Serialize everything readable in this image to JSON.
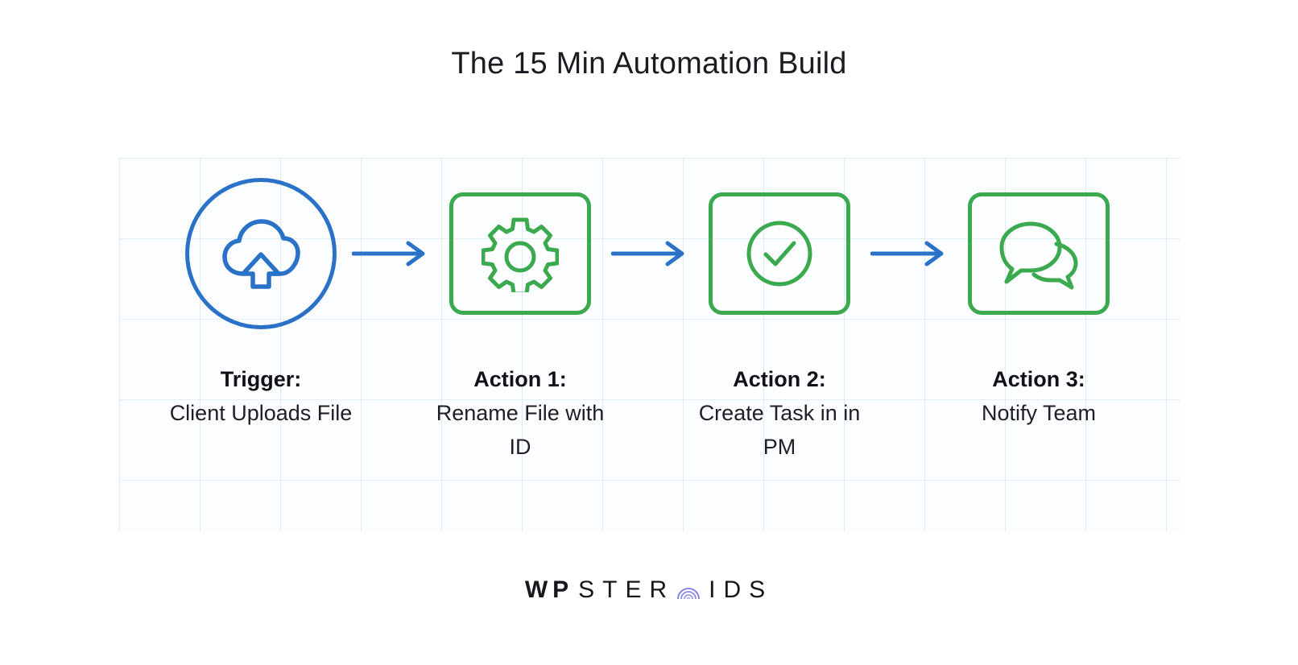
{
  "title": "The 15 Min Automation Build",
  "colors": {
    "trigger_blue": "#2a72c8",
    "action_green": "#3ba94d",
    "arrow_blue": "#2a72c8",
    "grid_line": "#c4ddf0",
    "text_dark": "#111118",
    "logo_accent": "#7b7ce0"
  },
  "diagram": {
    "type": "flow",
    "nodes": [
      {
        "id": "trigger",
        "shape": "circle",
        "color": "#2a72c8",
        "icon": "cloud-upload-icon",
        "head": "Trigger:",
        "body": "Client Uploads File"
      },
      {
        "id": "action-1",
        "shape": "rounded-square",
        "color": "#3ba94d",
        "icon": "gear-icon",
        "head": "Action 1:",
        "body": "Rename File with ID"
      },
      {
        "id": "action-2",
        "shape": "rounded-square",
        "color": "#3ba94d",
        "icon": "check-circle-icon",
        "head": "Action 2:",
        "body": "Create Task in in PM"
      },
      {
        "id": "action-3",
        "shape": "rounded-square",
        "color": "#3ba94d",
        "icon": "chat-bubbles-icon",
        "head": "Action 3:",
        "body": "Notify Team"
      }
    ],
    "connectors": [
      {
        "id": "arrow-1",
        "from": "trigger",
        "to": "action-1",
        "style": "arrow-right"
      },
      {
        "id": "arrow-2",
        "from": "action-1",
        "to": "action-2",
        "style": "arrow-right"
      },
      {
        "id": "arrow-3",
        "from": "action-2",
        "to": "action-3",
        "style": "arrow-right"
      }
    ]
  },
  "footer": {
    "logo_part1": "WP",
    "logo_part2": "STER",
    "logo_mark": "arc-o-icon",
    "logo_part3": "IDS"
  }
}
